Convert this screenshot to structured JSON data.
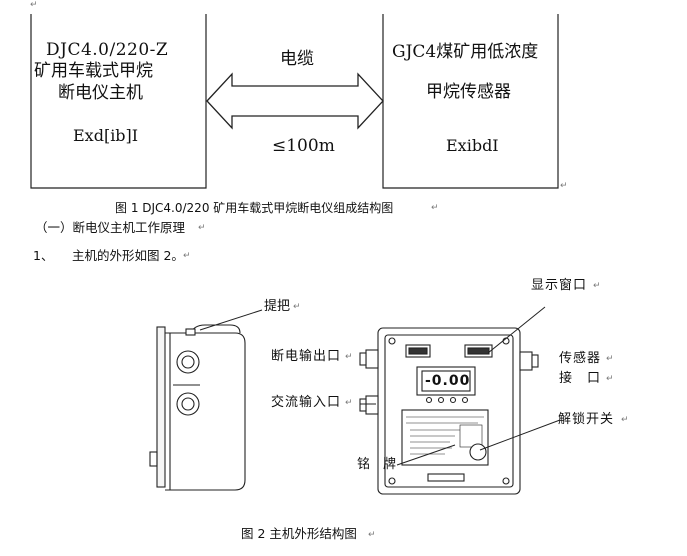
{
  "fig1": {
    "left_box": {
      "line1": "DJC4.0/220-Z",
      "line2": "矿用车载式甲烷",
      "line3": "断电仪主机",
      "rating": "Exd[ib]I"
    },
    "right_box": {
      "line1": "GJC4煤矿用低浓度",
      "line2": "甲烷传感器",
      "rating": "ExibdⅠ"
    },
    "cable_label": "电缆",
    "distance_label": "≤100m",
    "caption": "图 1 DJC4.0/220 矿用车载式甲烷断电仪组成结构图"
  },
  "section_heading": "（一）断电仪主机工作原理",
  "item1": {
    "number": "1、",
    "text": "主机的外形如图 2。"
  },
  "fig2": {
    "labels": {
      "handle": "提把",
      "display_window": "显示窗口",
      "power_off_output": "断电输出口",
      "sensor_port_line1": "传感器",
      "sensor_port_line2": "接　口",
      "ac_input": "交流输入口",
      "unlock_switch": "解锁开关",
      "nameplate": "铭　牌"
    },
    "display_reading": "-0.00",
    "caption": "图 2 主机外形结构图"
  },
  "paragraph_mark": "↵"
}
